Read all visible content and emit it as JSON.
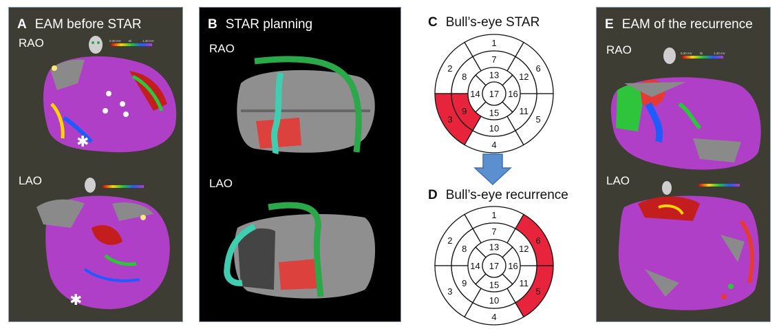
{
  "panels": {
    "A": {
      "letter": "A",
      "title": "EAM before STAR",
      "view1": "RAO",
      "view2": "LAO",
      "scale_low": "0.30 mV",
      "scale_mid": "Bi",
      "scale_high": "1.40 mV",
      "marker": "✱"
    },
    "B": {
      "letter": "B",
      "title": "STAR planning",
      "view1": "RAO",
      "view2": "LAO"
    },
    "C": {
      "letter": "C",
      "title": "Bull’s-eye STAR"
    },
    "D": {
      "letter": "D",
      "title": "Bull’s-eye recurrence"
    },
    "E": {
      "letter": "E",
      "title": "EAM of the recurrence",
      "view1": "RAO",
      "view2": "LAO",
      "scale_low": "0.30 mV",
      "scale_mid": "Bi",
      "scale_high": "1.40 mV"
    }
  },
  "bullseye_labels": [
    "1",
    "2",
    "3",
    "4",
    "5",
    "6",
    "7",
    "8",
    "9",
    "10",
    "11",
    "12",
    "13",
    "14",
    "15",
    "16",
    "17"
  ],
  "bullseye_C_highlight": [
    "3",
    "9"
  ],
  "bullseye_D_highlight": [
    "5",
    "6"
  ],
  "colors": {
    "highlight": "#e8243c",
    "arrow": "#5b8fcf",
    "tissue": "#b03fc8",
    "scar": "#8a8a8a",
    "target": "#e53935",
    "coronary": "#2aa84a",
    "esophagus": "#3fcfb0"
  }
}
